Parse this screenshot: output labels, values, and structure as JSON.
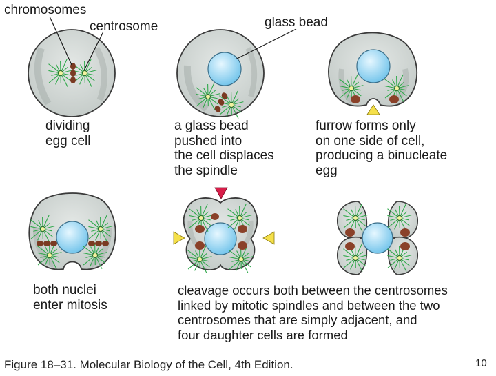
{
  "labels": {
    "chromosomes": "chromosomes",
    "centrosome": "centrosome",
    "glass_bead": "glass bead"
  },
  "captions": [
    {
      "lines": [
        "dividing",
        "egg cell"
      ]
    },
    {
      "lines": [
        "a glass bead",
        "pushed into",
        "the cell displaces",
        "the spindle"
      ]
    },
    {
      "lines": [
        "furrow forms only",
        "on one side of cell,",
        "producing a binucleate",
        "egg"
      ]
    },
    {
      "lines": [
        "both nuclei",
        "enter mitosis"
      ]
    },
    {
      "lines": [
        "cleavage occurs both between the centrosomes",
        "linked by mitotic spindles and between the two",
        "centrosomes that are simply adjacent, and",
        "four daughter cells are formed"
      ]
    }
  ],
  "footer": "Figure 18–31. Molecular Biology of the Cell, 4th Edition.",
  "page_number": "10",
  "colors": {
    "cell_fill": "#d4d9d6",
    "cell_shade": "#a9b0ad",
    "cell_outline": "#3a3a3a",
    "bead": "#8fd2f2",
    "spindle": "#2fa84a",
    "chromosome": "#7a3a22",
    "nucleus": "#8a4129",
    "yellow_arrow": "#f5e04a",
    "red_arrow": "#d81e4a"
  }
}
